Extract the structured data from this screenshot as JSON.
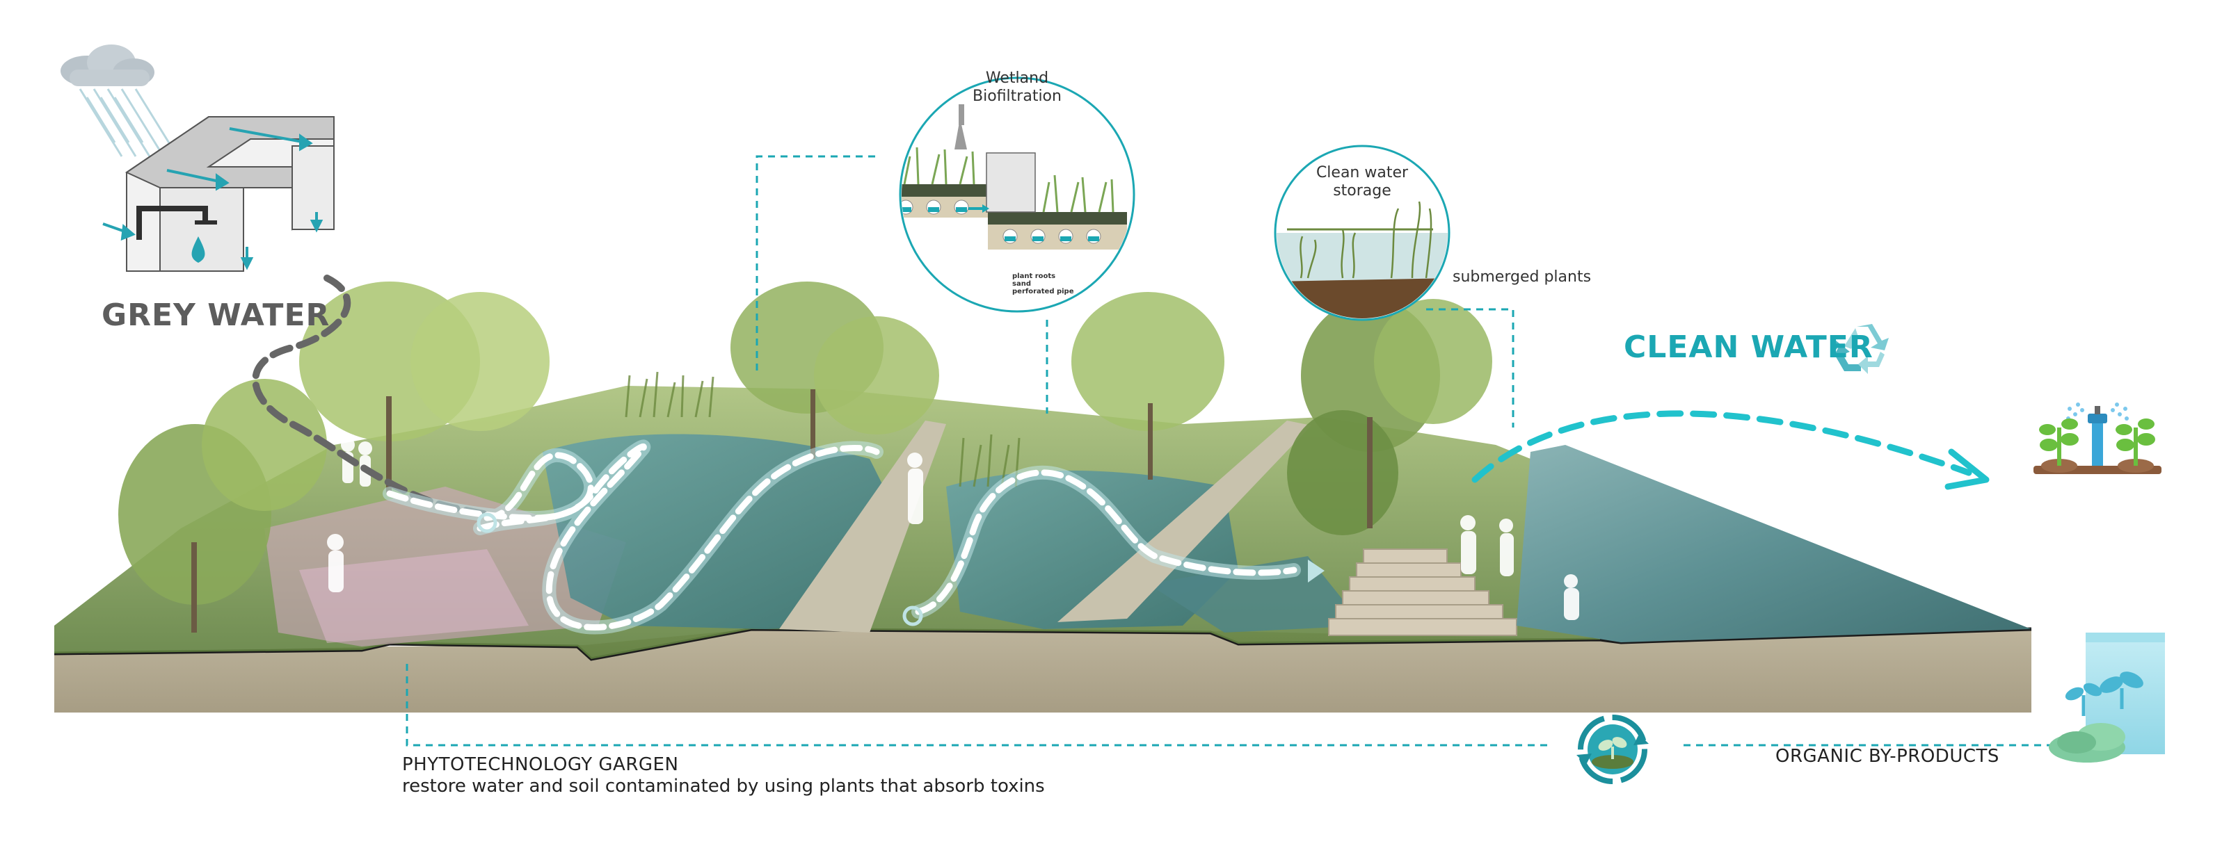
{
  "labels": {
    "grey_water": "GREY WATER",
    "clean_water": "CLEAN WATER",
    "phytotechnology_title": "PHYTOTECHNOLOGY GARGEN",
    "phytotechnology_desc": "restore water and soil contaminated by using plants that absorb toxins",
    "organic_byproducts": "ORGANIC BY-PRODUCTS",
    "submerged_plants": "submerged plants"
  },
  "callouts": {
    "wetland": {
      "line1": "Wetland",
      "line2": "Biofiltration",
      "layers": [
        "plant roots",
        "sand",
        "perforated pipe"
      ]
    },
    "storage": {
      "line1": "Clean water",
      "line2": "storage"
    }
  },
  "icons": {
    "rain_cloud": "rain-cloud-icon",
    "building": "grey-water-building-icon",
    "recycle": "recycle-icon",
    "sprinkler": "sprinkler-plants-icon",
    "fertilizer": "organic-fertilizer-bag-icon",
    "cycle": "cycle-arrows-icon"
  },
  "colors": {
    "teal": "#1ba7b3",
    "grey": "#5d5d5d",
    "soil": "#b3a992",
    "water": "#4b8a8c",
    "vegetation": "#6e9a4a"
  }
}
